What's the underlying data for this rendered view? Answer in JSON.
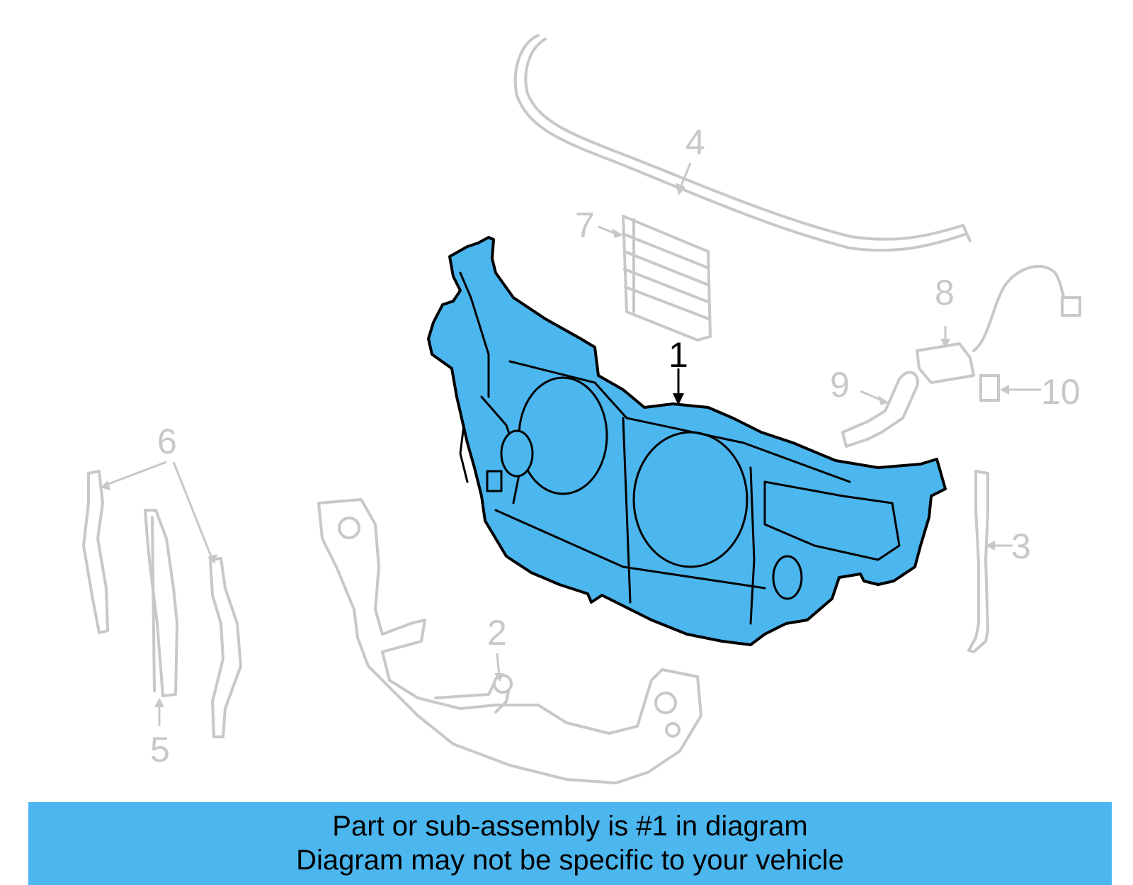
{
  "diagram": {
    "callouts": [
      {
        "id": "1",
        "label": "1",
        "highlighted": true
      },
      {
        "id": "2",
        "label": "2",
        "highlighted": false
      },
      {
        "id": "3",
        "label": "3",
        "highlighted": false
      },
      {
        "id": "4",
        "label": "4",
        "highlighted": false
      },
      {
        "id": "5",
        "label": "5",
        "highlighted": false
      },
      {
        "id": "6",
        "label": "6",
        "highlighted": false
      },
      {
        "id": "7",
        "label": "7",
        "highlighted": false
      },
      {
        "id": "8",
        "label": "8",
        "highlighted": false
      },
      {
        "id": "9",
        "label": "9",
        "highlighted": false
      },
      {
        "id": "10",
        "label": "10",
        "highlighted": false
      }
    ],
    "colors": {
      "highlight": "#4cb6ee",
      "ghost_part": "#c8c8c8",
      "outline": "#000000"
    }
  },
  "banner": {
    "line1": "Part or sub-assembly is #1 in diagram",
    "line2": "Diagram may not be specific to your vehicle"
  }
}
